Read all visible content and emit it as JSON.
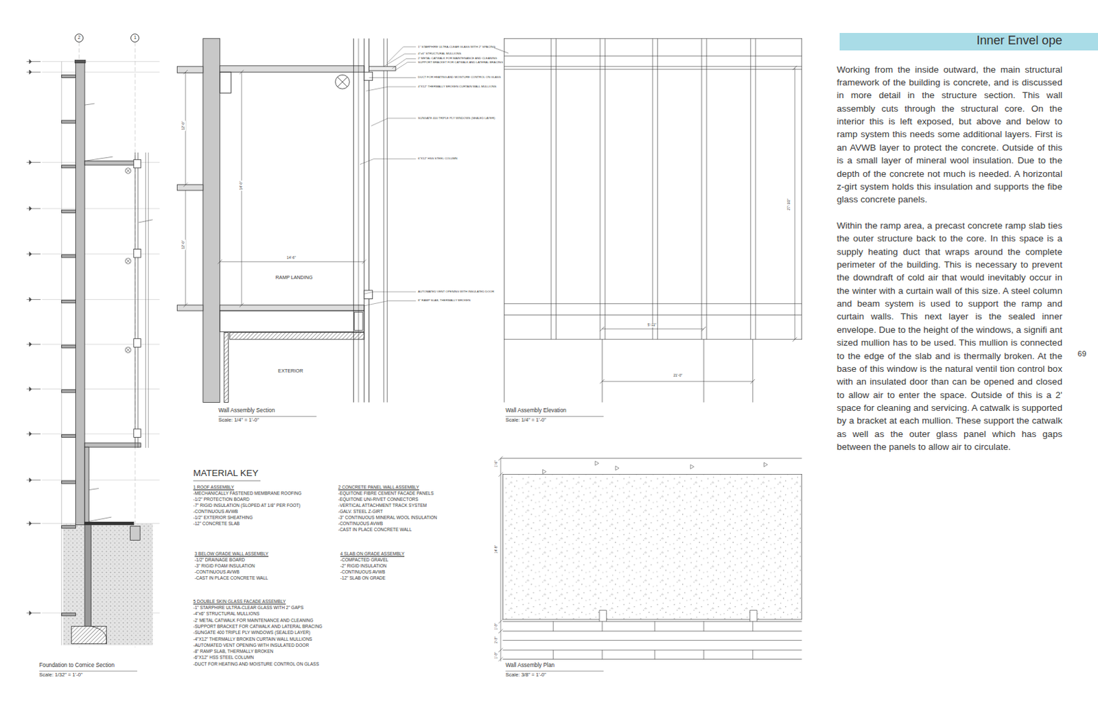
{
  "diagram": {
    "title": "Inner Envel ope",
    "nodes": [
      {
        "text": [
          "2"
        ]
      },
      {
        "text": [
          "1"
        ]
      }
    ],
    "labels": [
      "1\" STARPHIRE ULTRA-CLEAR GLASS WITH 2\" SPACING",
      "4\"x6\" STRUCTURAL MULLIONS",
      "2' METAL CATWALK FOR MAINTENANCE AND CLEANING",
      "SUPPORT BRACKET FOR CATWALK AND LATERAL BRACING",
      "DUCT FOR HEATING AND MOISTURE CONTROL ON GLASS",
      "4\"X12\" THERMALLY BROKEN CURTAIN WALL MULLIONS",
      "SUNGATE 400 TRIPLE PLY WINDOWS (SEALED LAYER)",
      "6\"X12\" HSS STEEL COLUMN",
      "AUTOMATED VENT OPENING WITH INSULATED DOOR",
      "8\" RAMP SLAB, THERMALLY BROKEN",
      "12'-0\"",
      "14'-0\"",
      "12'-0\"",
      "14'-6\"",
      "RAMP LANDING",
      "EXTERIOR",
      "27'-1/2\"",
      "5'-11\"",
      "21'-0\"",
      "1'-6\"",
      "14'-8\"",
      "1'-0\"",
      "2'-0\"",
      "1'-0\"",
      "Foundation to Cornice Section",
      "Scale: 1/32\" = 1'-0\"",
      "Wall Assembly Section",
      "Scale: 1/4\" = 1'-0\"",
      "Wall Assembly Elevation",
      "Scale: 1/4\" = 1'-0\"",
      "Wall Assembly Plan",
      "Scale: 3/8\" = 1'-0\"",
      "MATERIAL KEY",
      "1 ROOF ASSEMBLY",
      "-MECHANICALLY FASTENED MEMBRANE ROOFING",
      "-1/2\" PROTECTION BOARD",
      "-7\" RIGID INSULATION (SLOPED AT 1/8\" PER FOOT)",
      "-CONTINUOUS AVWB",
      "-1/2\" EXTERIOR SHEATHING",
      "-12\" CONCRETE SLAB",
      "2 CONCRETE PANEL WALL ASSEMBLY",
      "-EQUITONE FIBRE CEMENT FACADE PANELS",
      "-EQUITONE UNI-RIVET CONNECTORS",
      "-VERTICAL ATTACHMENT TRACK SYSTEM",
      "-GALV. STEEL Z-GIRT",
      "-3\" CONTINUOUS MINERAL WOOL INSULATION",
      "-CONTINUOUS AVWB",
      "-CAST IN PLACE CONCRETE WALL",
      "3 BELOW GRADE WALL ASSEMBLY",
      "-1/2\" DRAINAGE BOARD",
      "-3\" RIGID FOAM INSULATION",
      "-CONTINUOUS AVWB",
      "-CAST IN PLACE CONCRETE WALL",
      "4 SLAB ON GRADE ASSEMBLY",
      "-COMPACTED GRAVEL",
      "-2\" RIGID INSULATION",
      "-CONTINUOUS AVWB",
      "-12\" SLAB ON GRADE",
      "5 DOUBLE SKIN GLASS FACADE ASSEMBLY",
      "-1\" STARPHIRE ULTRA-CLEAR GLASS WITH 2\" GAPS",
      "-4\"x6\" STRUCTURAL MULLIONS",
      "-2' METAL CATWALK FOR MAINTENANCE AND CLEANING",
      "-SUPPORT BRACKET FOR CATWALK AND LATERAL BRACING",
      "-SUNGATE 400 TRIPLE PLY WINDOWS (SEALED LAYER)",
      "-4\"X12\" THERMALLY BROKEN CURTAIN WALL MULLIONS",
      "-AUTOMATED VENT OPENING WITH INSULATED DOOR",
      "-8\" RAMP SLAB, THERMALLY BROKEN",
      "-6\"X12\" HSS STEEL COLUMN",
      "-DUCT FOR HEATING AND MOISTURE CONTROL ON GLASS",
      "Working from the inside outward, the main structural framework of the building is concrete, and is discussed in more detail in the structure section. This wall assembly cuts through the structural core. On the interior this is left exposed, but above and below to ramp system this needs some additional layers. First is an AVWB layer to protect the concrete. Outside of this is a small layer of mineral wool insulation. Due to the depth of the concrete not much is needed. A horizontal z-girt system holds this insulation and supports the fibe glass concrete panels.",
      "Within the ramp area, a precast concrete ramp slab ties the outer structure back to the core. In this space is a supply heating duct that wraps around the complete perimeter of the building. This is necessary to prevent the downdraft of cold air that would inevitably occur in the winter with a curtain wall of this size. A steel column and beam system is used to support the ramp and curtain walls. This next layer is the sealed inner envelope. Due to the height of the windows, a signifi ant sized mullion has to be used. This mullion is connected to the edge of the slab and is thermally broken. At the base of this window is the natural ventil tion control box with an insulated door than can be opened and closed to allow air to enter the space. Outside of this is a 2' space for cleaning and servicing. A catwalk is supported by a bracket at each mullion. These support the catwalk as well as the outer glass panel which has gaps between the panels to allow air to circulate.",
      "69"
    ]
  }
}
